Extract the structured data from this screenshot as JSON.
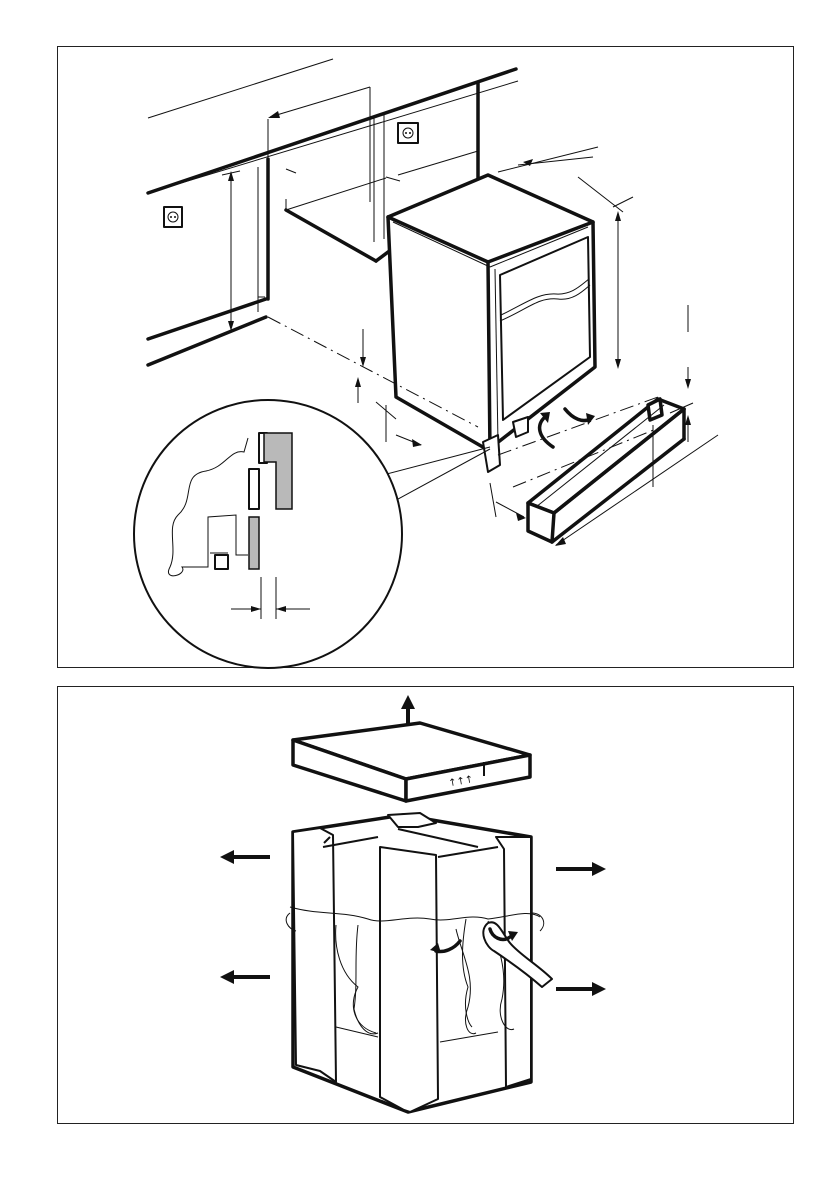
{
  "figures": [
    {
      "id": "installation-dimensions",
      "detail_inset": "gap-detail"
    },
    {
      "id": "unpacking"
    }
  ],
  "packaging_lid_label": "↑↑↑"
}
